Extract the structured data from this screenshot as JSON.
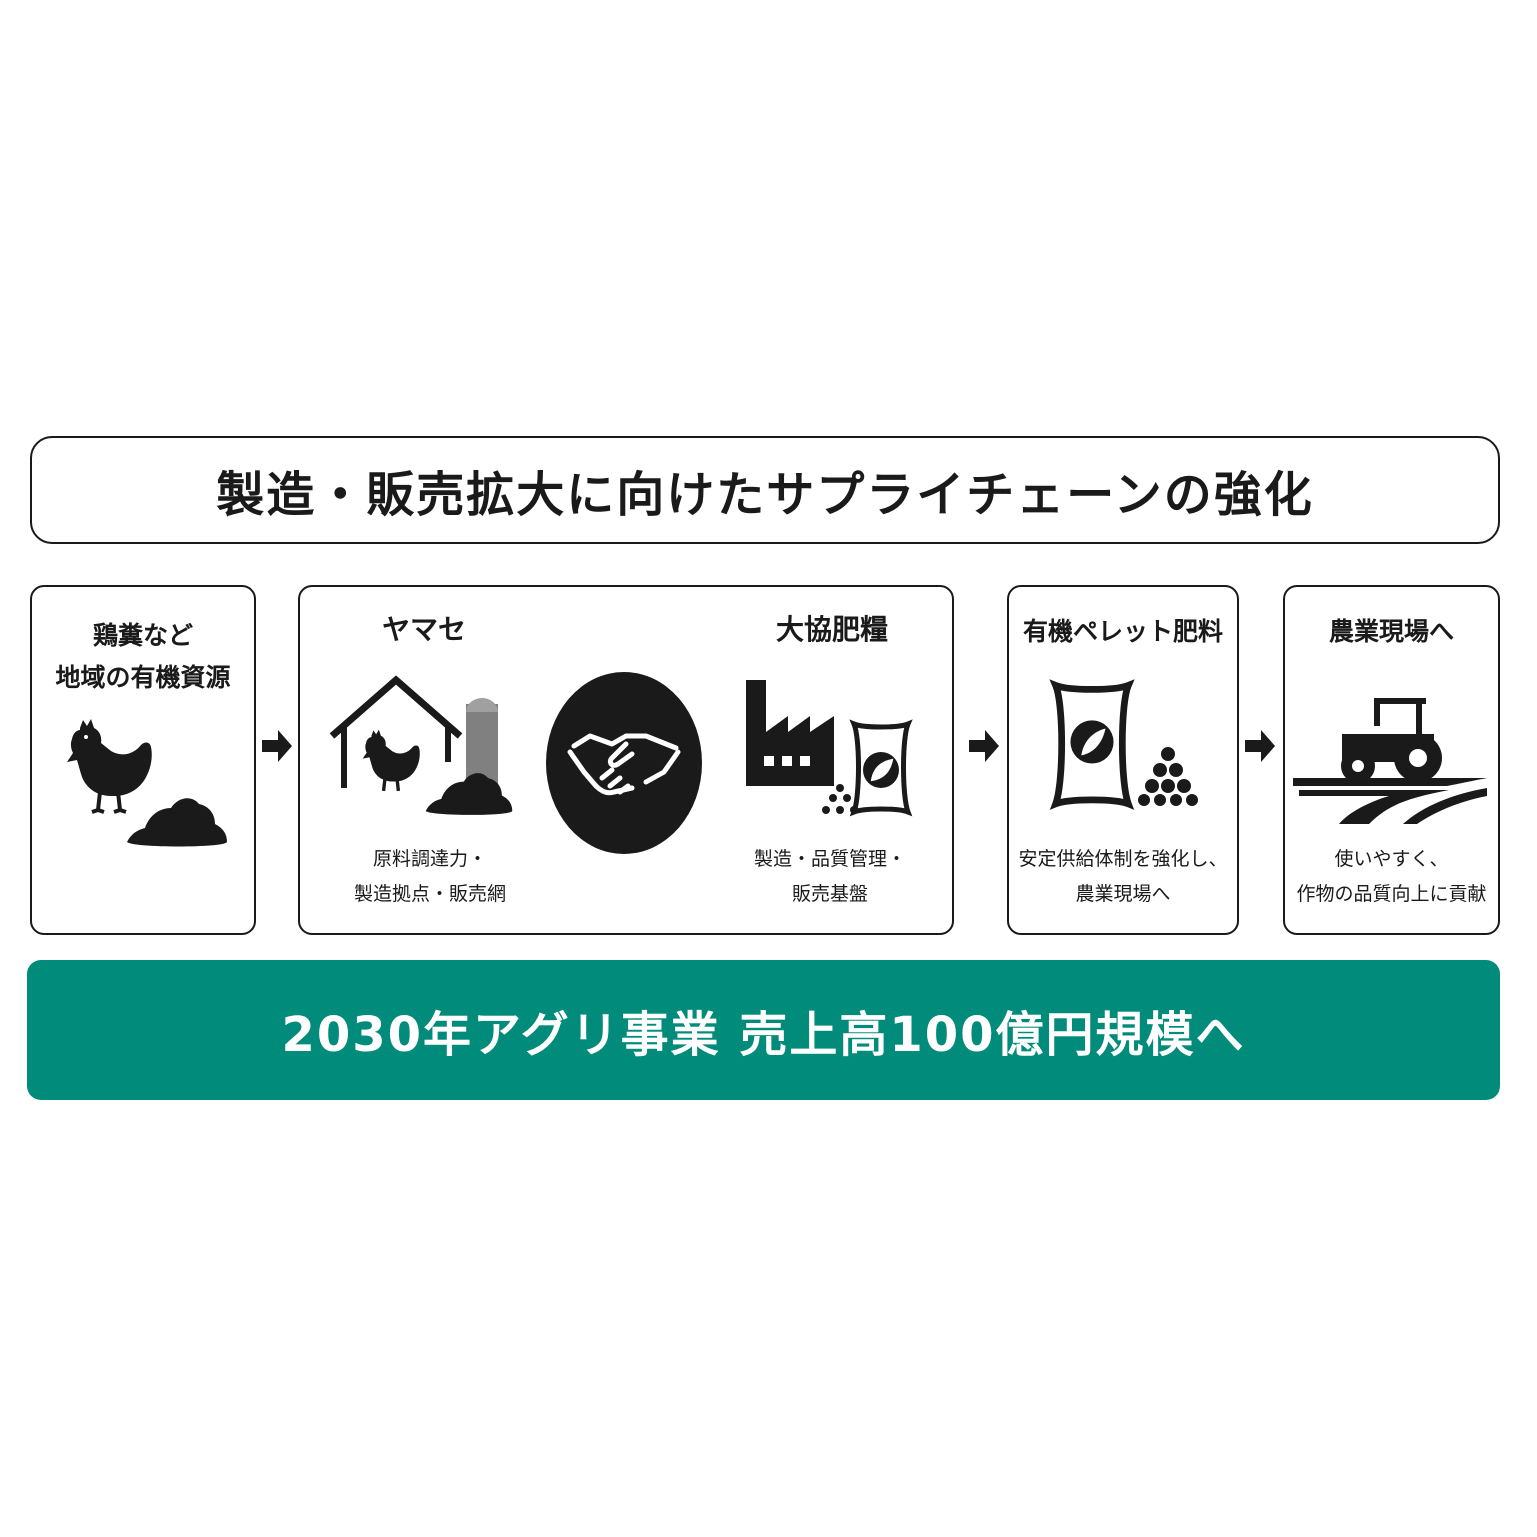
{
  "title": "製造・販売拡大に向けたサプライチェーンの強化",
  "steps": {
    "source": {
      "label_line1": "鶏糞など",
      "label_line2": "地域の有機資源"
    },
    "yamase": {
      "label": "ヤマセ",
      "caption_line1": "原料調達力・",
      "caption_line2": "製造拠点・販売網"
    },
    "daikyo": {
      "label": "大協肥糧",
      "caption_line1": "製造・品質管理・",
      "caption_line2": "販売基盤"
    },
    "pellet": {
      "label": "有機ペレット肥料",
      "caption_line1": "安定供給体制を強化し、",
      "caption_line2": "農業現場へ"
    },
    "farm": {
      "label": "農業現場へ",
      "caption_line1": "使いやすく、",
      "caption_line2": "作物の品質向上に貢献"
    }
  },
  "banner": "2030年アグリ事業 売上高100億円規模へ",
  "colors": {
    "banner": "#008b7b",
    "ink": "#1a1a1a",
    "silo": "#808080"
  },
  "icons": [
    "chicken-icon",
    "manure-pile-icon",
    "barn-icon",
    "silo-icon",
    "handshake-icon",
    "factory-icon",
    "fertilizer-bag-icon",
    "pellets-icon",
    "tractor-icon",
    "field-icon",
    "arrow-right-icon"
  ]
}
